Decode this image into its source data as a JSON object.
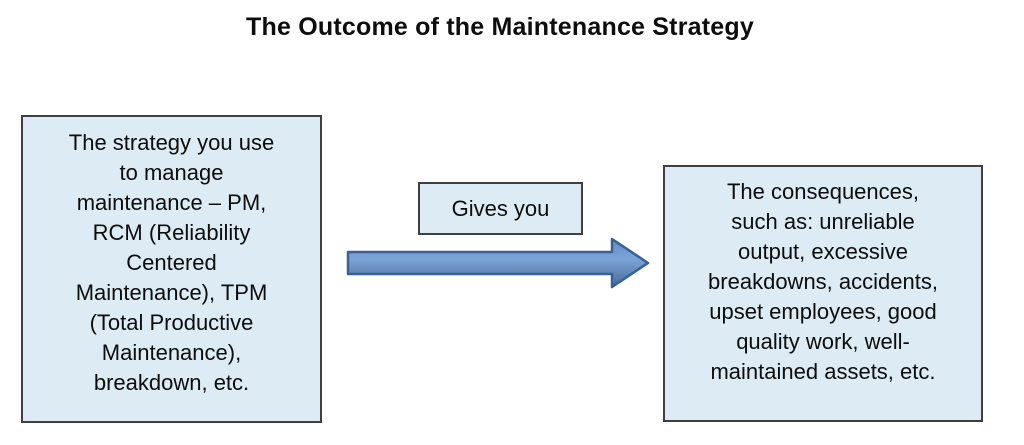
{
  "title": "The Outcome of the Maintenance Strategy",
  "diagram": {
    "strategy_box": {
      "text": "The strategy you use\nto manage\nmaintenance – PM,\nRCM (Reliability\nCentered\nMaintenance), TPM\n(Total Productive\nMaintenance),\nbreakdown, etc."
    },
    "gives_you_box": {
      "text": "Gives you"
    },
    "consequences_box": {
      "text": "The consequences,\nsuch as: unreliable\noutput, excessive\nbreakdowns, accidents,\nupset employees, good\nquality work, well-\nmaintained assets, etc."
    },
    "arrow": {
      "direction": "right",
      "stroke": "#3a6096",
      "fill_top": "#5e8cc7",
      "fill_mid": "#7da4d6",
      "fill_bottom": "#44699c"
    }
  },
  "colors": {
    "background": "#ffffff",
    "box_fill": "#ddecf4",
    "box_border": "#3f3f3f",
    "text": "#0d0d0d"
  }
}
